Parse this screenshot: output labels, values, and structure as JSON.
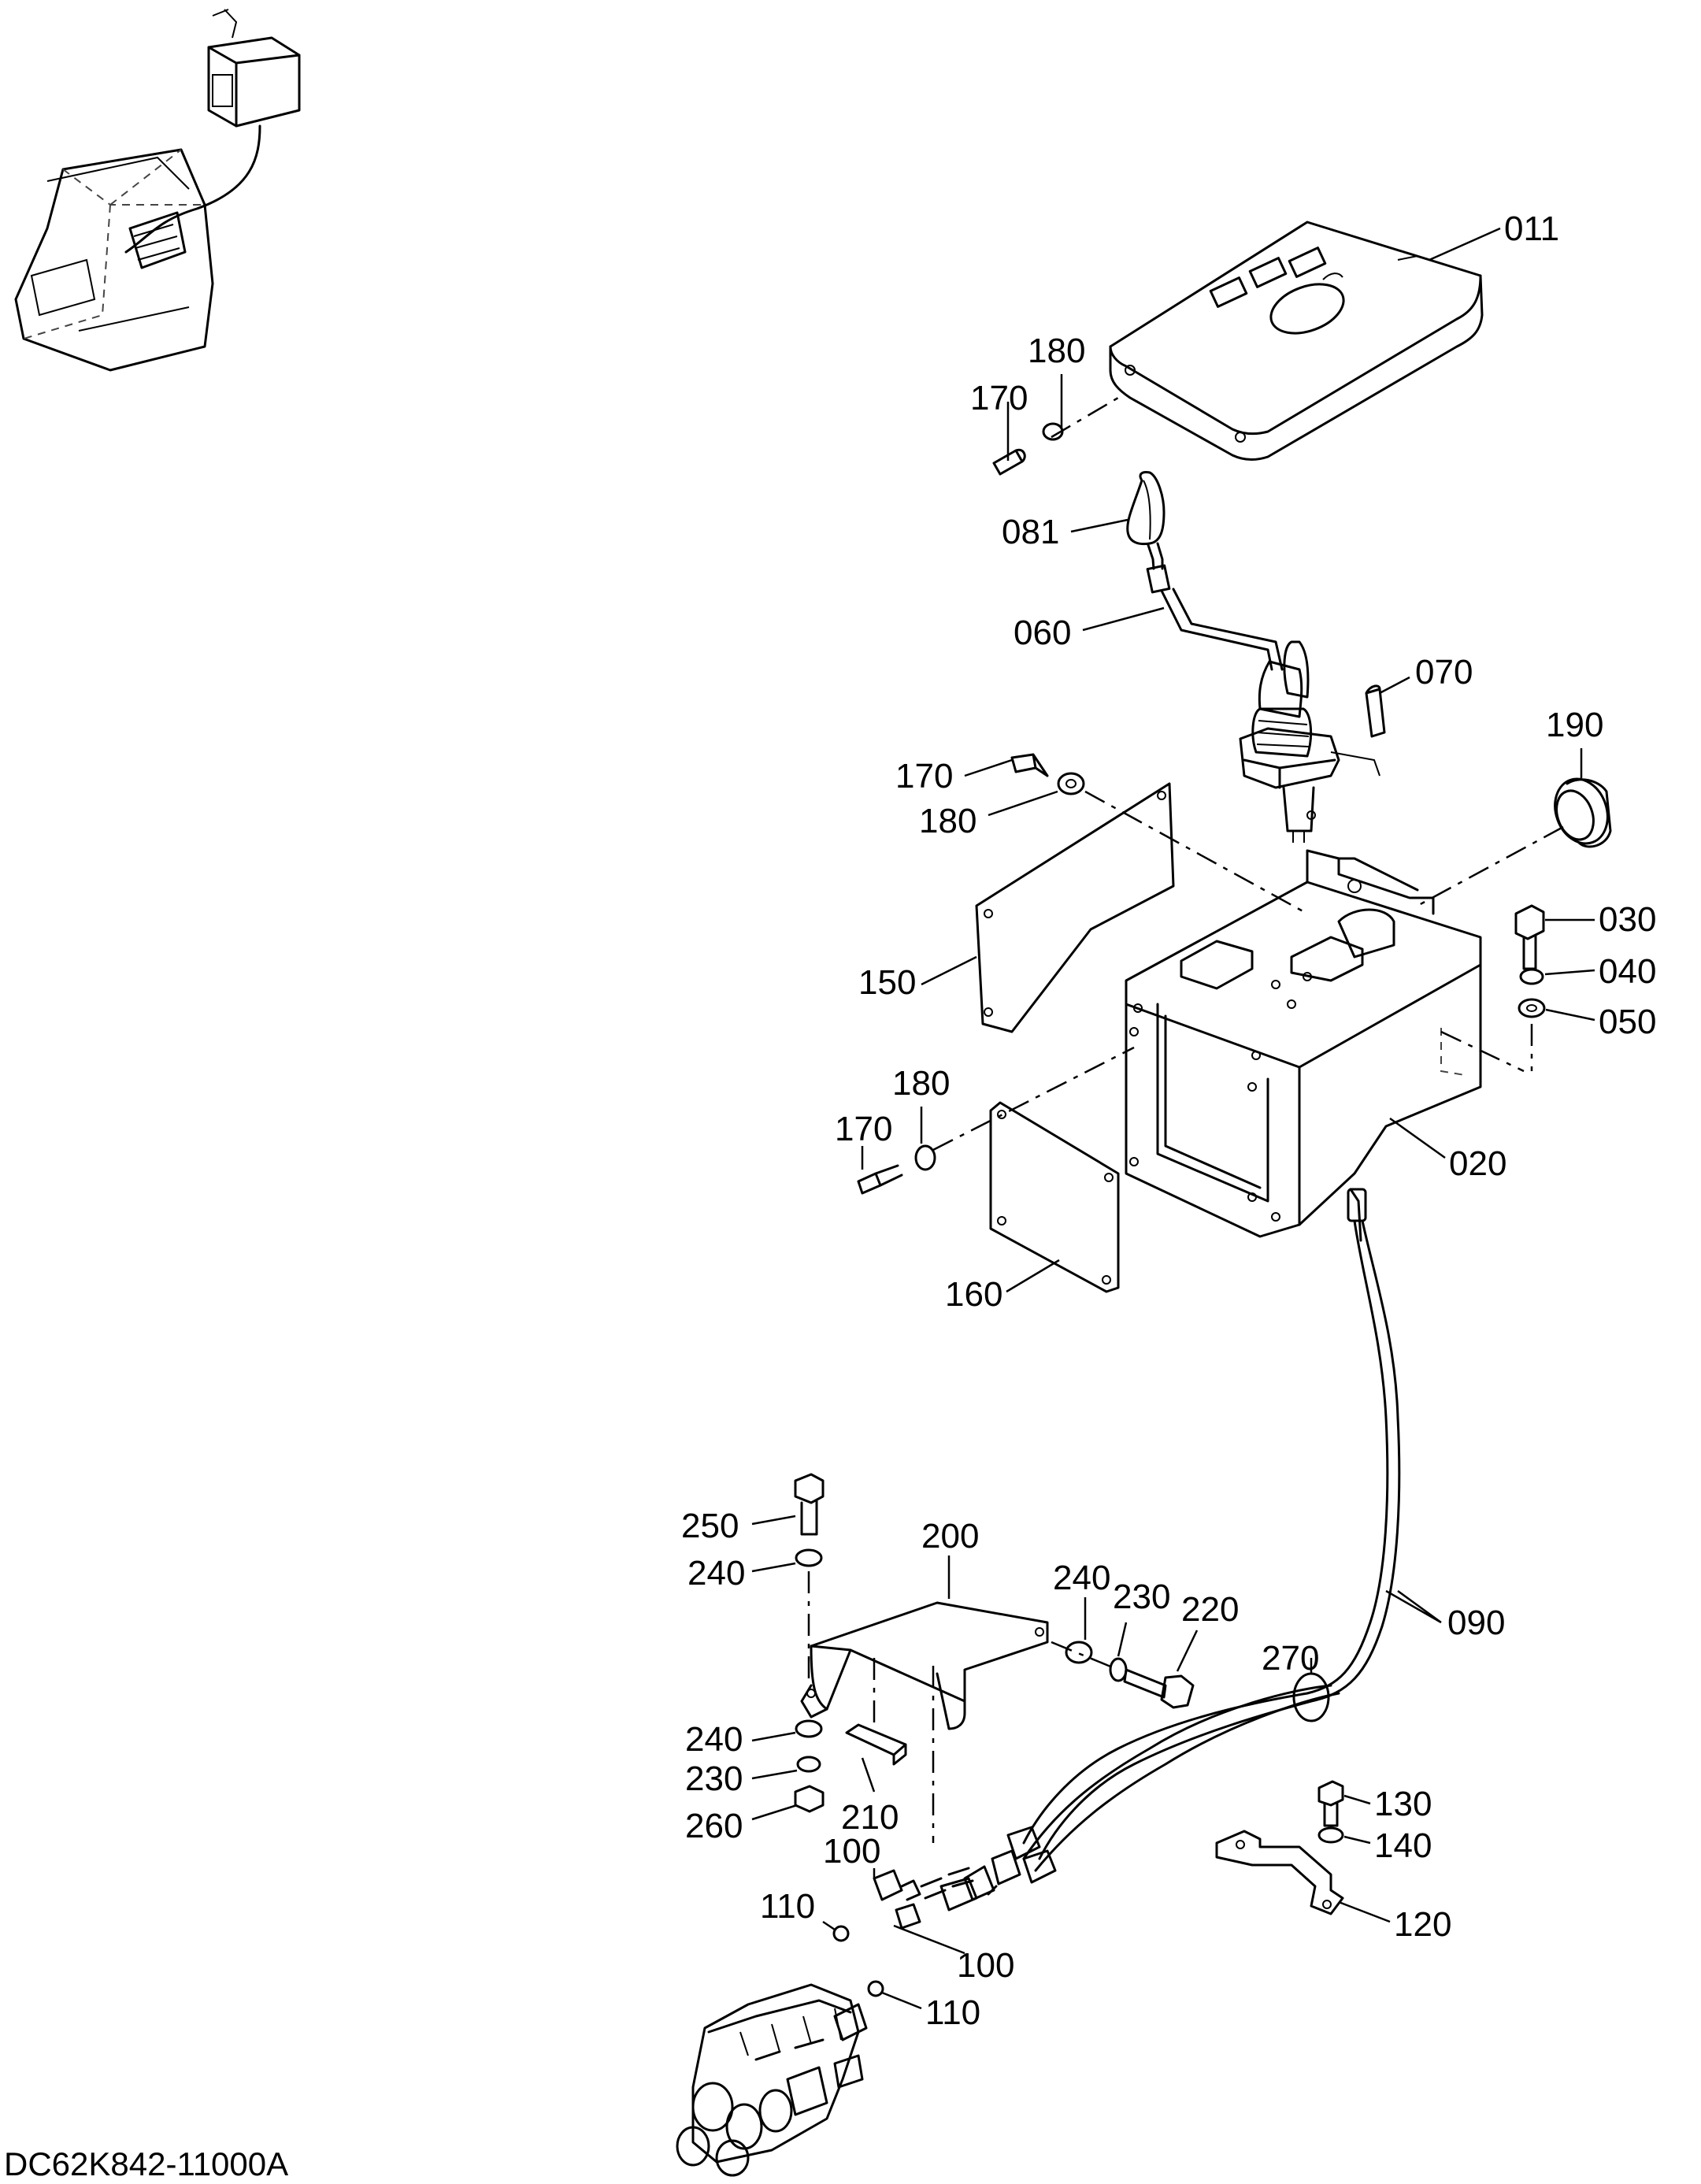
{
  "document_id": "DC62K842-11000A",
  "part_labels": [
    {
      "id": "011",
      "text": "011"
    },
    {
      "id": "180a",
      "text": "180"
    },
    {
      "id": "170a",
      "text": "170"
    },
    {
      "id": "081",
      "text": "081"
    },
    {
      "id": "060",
      "text": "060"
    },
    {
      "id": "070",
      "text": "070"
    },
    {
      "id": "190",
      "text": "190"
    },
    {
      "id": "170b",
      "text": "170"
    },
    {
      "id": "180b",
      "text": "180"
    },
    {
      "id": "030",
      "text": "030"
    },
    {
      "id": "040",
      "text": "040"
    },
    {
      "id": "150",
      "text": "150"
    },
    {
      "id": "050",
      "text": "050"
    },
    {
      "id": "180c",
      "text": "180"
    },
    {
      "id": "170c",
      "text": "170"
    },
    {
      "id": "020",
      "text": "020"
    },
    {
      "id": "160",
      "text": "160"
    },
    {
      "id": "200",
      "text": "200"
    },
    {
      "id": "250",
      "text": "250"
    },
    {
      "id": "240a",
      "text": "240"
    },
    {
      "id": "240b",
      "text": "240"
    },
    {
      "id": "230a",
      "text": "230"
    },
    {
      "id": "220",
      "text": "220"
    },
    {
      "id": "090",
      "text": "090"
    },
    {
      "id": "270",
      "text": "270"
    },
    {
      "id": "240c",
      "text": "240"
    },
    {
      "id": "230b",
      "text": "230"
    },
    {
      "id": "260",
      "text": "260"
    },
    {
      "id": "210",
      "text": "210"
    },
    {
      "id": "130",
      "text": "130"
    },
    {
      "id": "140",
      "text": "140"
    },
    {
      "id": "120",
      "text": "120"
    },
    {
      "id": "100a",
      "text": "100"
    },
    {
      "id": "110a",
      "text": "110"
    },
    {
      "id": "100b",
      "text": "100"
    },
    {
      "id": "110b",
      "text": "110"
    }
  ]
}
